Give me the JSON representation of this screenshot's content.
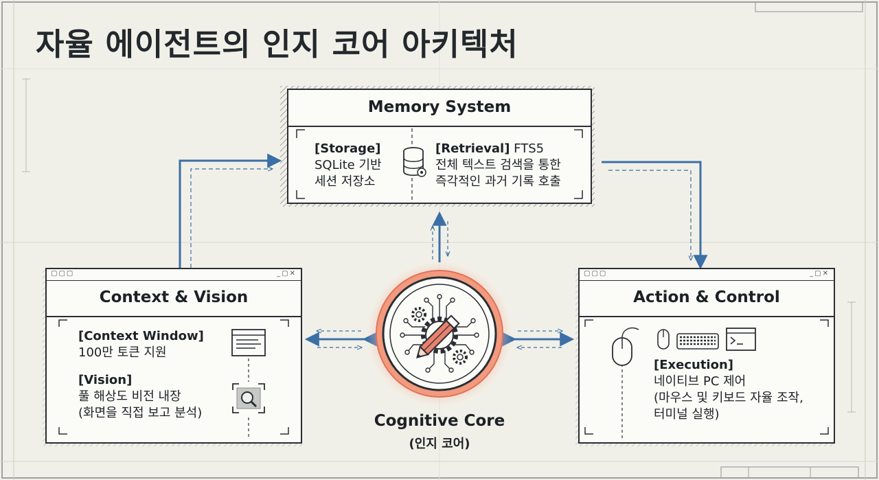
{
  "title": "자율 에이전트의 인지 코어 아키텍처",
  "memory": {
    "title": "Memory System",
    "storage_label": "[Storage]",
    "storage_line1": "SQLite 기반",
    "storage_line2": "세션 저장소",
    "retrieval_label": "[Retrieval]",
    "retrieval_tech": "FTS5",
    "retrieval_line1": "전체 텍스트 검색을 통한",
    "retrieval_line2": "즉각적인 과거 기록 호출"
  },
  "context": {
    "title": "Context & Vision",
    "window_label": "[Context Window]",
    "window_line1": "100만 토큰 지원",
    "vision_label": "[Vision]",
    "vision_line1": "풀 해상도 비전 내장",
    "vision_line2": "(화면을 직접 보고 분석)"
  },
  "action": {
    "title": "Action & Control",
    "execution_label": "[Execution]",
    "execution_line1": "네이티브 PC 제어",
    "execution_line2": "(마우스 및 키보드 자율 조작,",
    "execution_line3": "터미널 실행)"
  },
  "core": {
    "title": "Cognitive Core",
    "subtitle": "(인지 코어)"
  },
  "colors": {
    "arrow": "#3b6fa6",
    "core_glow": "#f08a6a",
    "pencil": "#e8816d",
    "line": "#2a2e33"
  }
}
